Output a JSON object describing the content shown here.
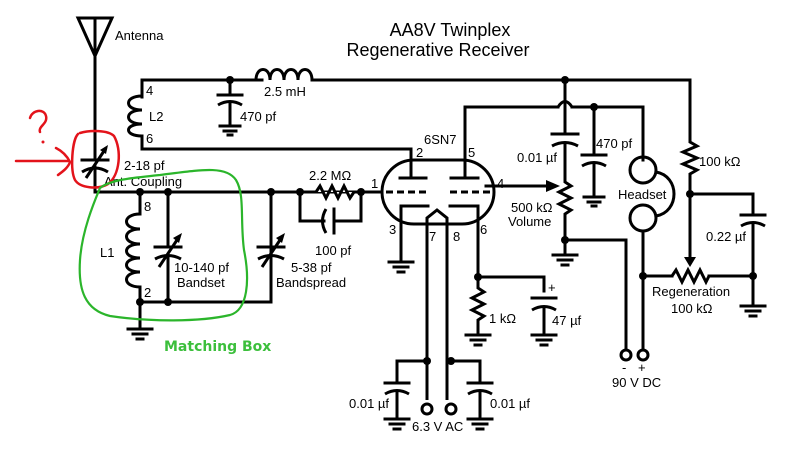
{
  "title": {
    "line1": "AA8V Twinplex",
    "line2": "Regenerative Receiver"
  },
  "labels": {
    "antenna": "Antenna",
    "l2": "L2",
    "l2_pin4": "4",
    "l2_pin6": "6",
    "choke": "2.5 mH",
    "cap_470_top": "470 pf",
    "ant_cap_value": "2-18 pf",
    "ant_cap_name": "Ant. Coupling",
    "l1": "L1",
    "l1_pin8": "8",
    "l1_pin2": "2",
    "bandset_value": "10-140 pf",
    "bandset_name": "Bandset",
    "bandspread_value": "5-38 pf",
    "bandspread_name": "Bandspread",
    "grid_res": "2.2 MΩ",
    "grid_cap": "100 pf",
    "tube": "6SN7",
    "pin1": "1",
    "pin2": "2",
    "pin3": "3",
    "pin4": "4",
    "pin5": "5",
    "pin6": "6",
    "pin7": "7",
    "pin8": "8",
    "cap_001_plate": "0.01 µf",
    "cap_470_right": "470 pf",
    "volume_value": "500 kΩ",
    "volume_name": "Volume",
    "headset": "Headset",
    "res_100k": "100 kΩ",
    "cap_022": "0.22 µf",
    "regen_name": "Regeneration",
    "regen_value": "100 kΩ",
    "cathode_res": "1 kΩ",
    "cathode_cap": "47 µf",
    "plus": "+",
    "minus": "-",
    "dc_supply": "90 V DC",
    "heater_cap_left": "0.01 µf",
    "heater_cap_right": "0.01 µf",
    "heater_supply": "6.3 V AC"
  },
  "annotations": {
    "question_mark": "?",
    "matching_box": "Matching Box",
    "red_color": "#e3131b",
    "green_color": "#2bb52b"
  }
}
